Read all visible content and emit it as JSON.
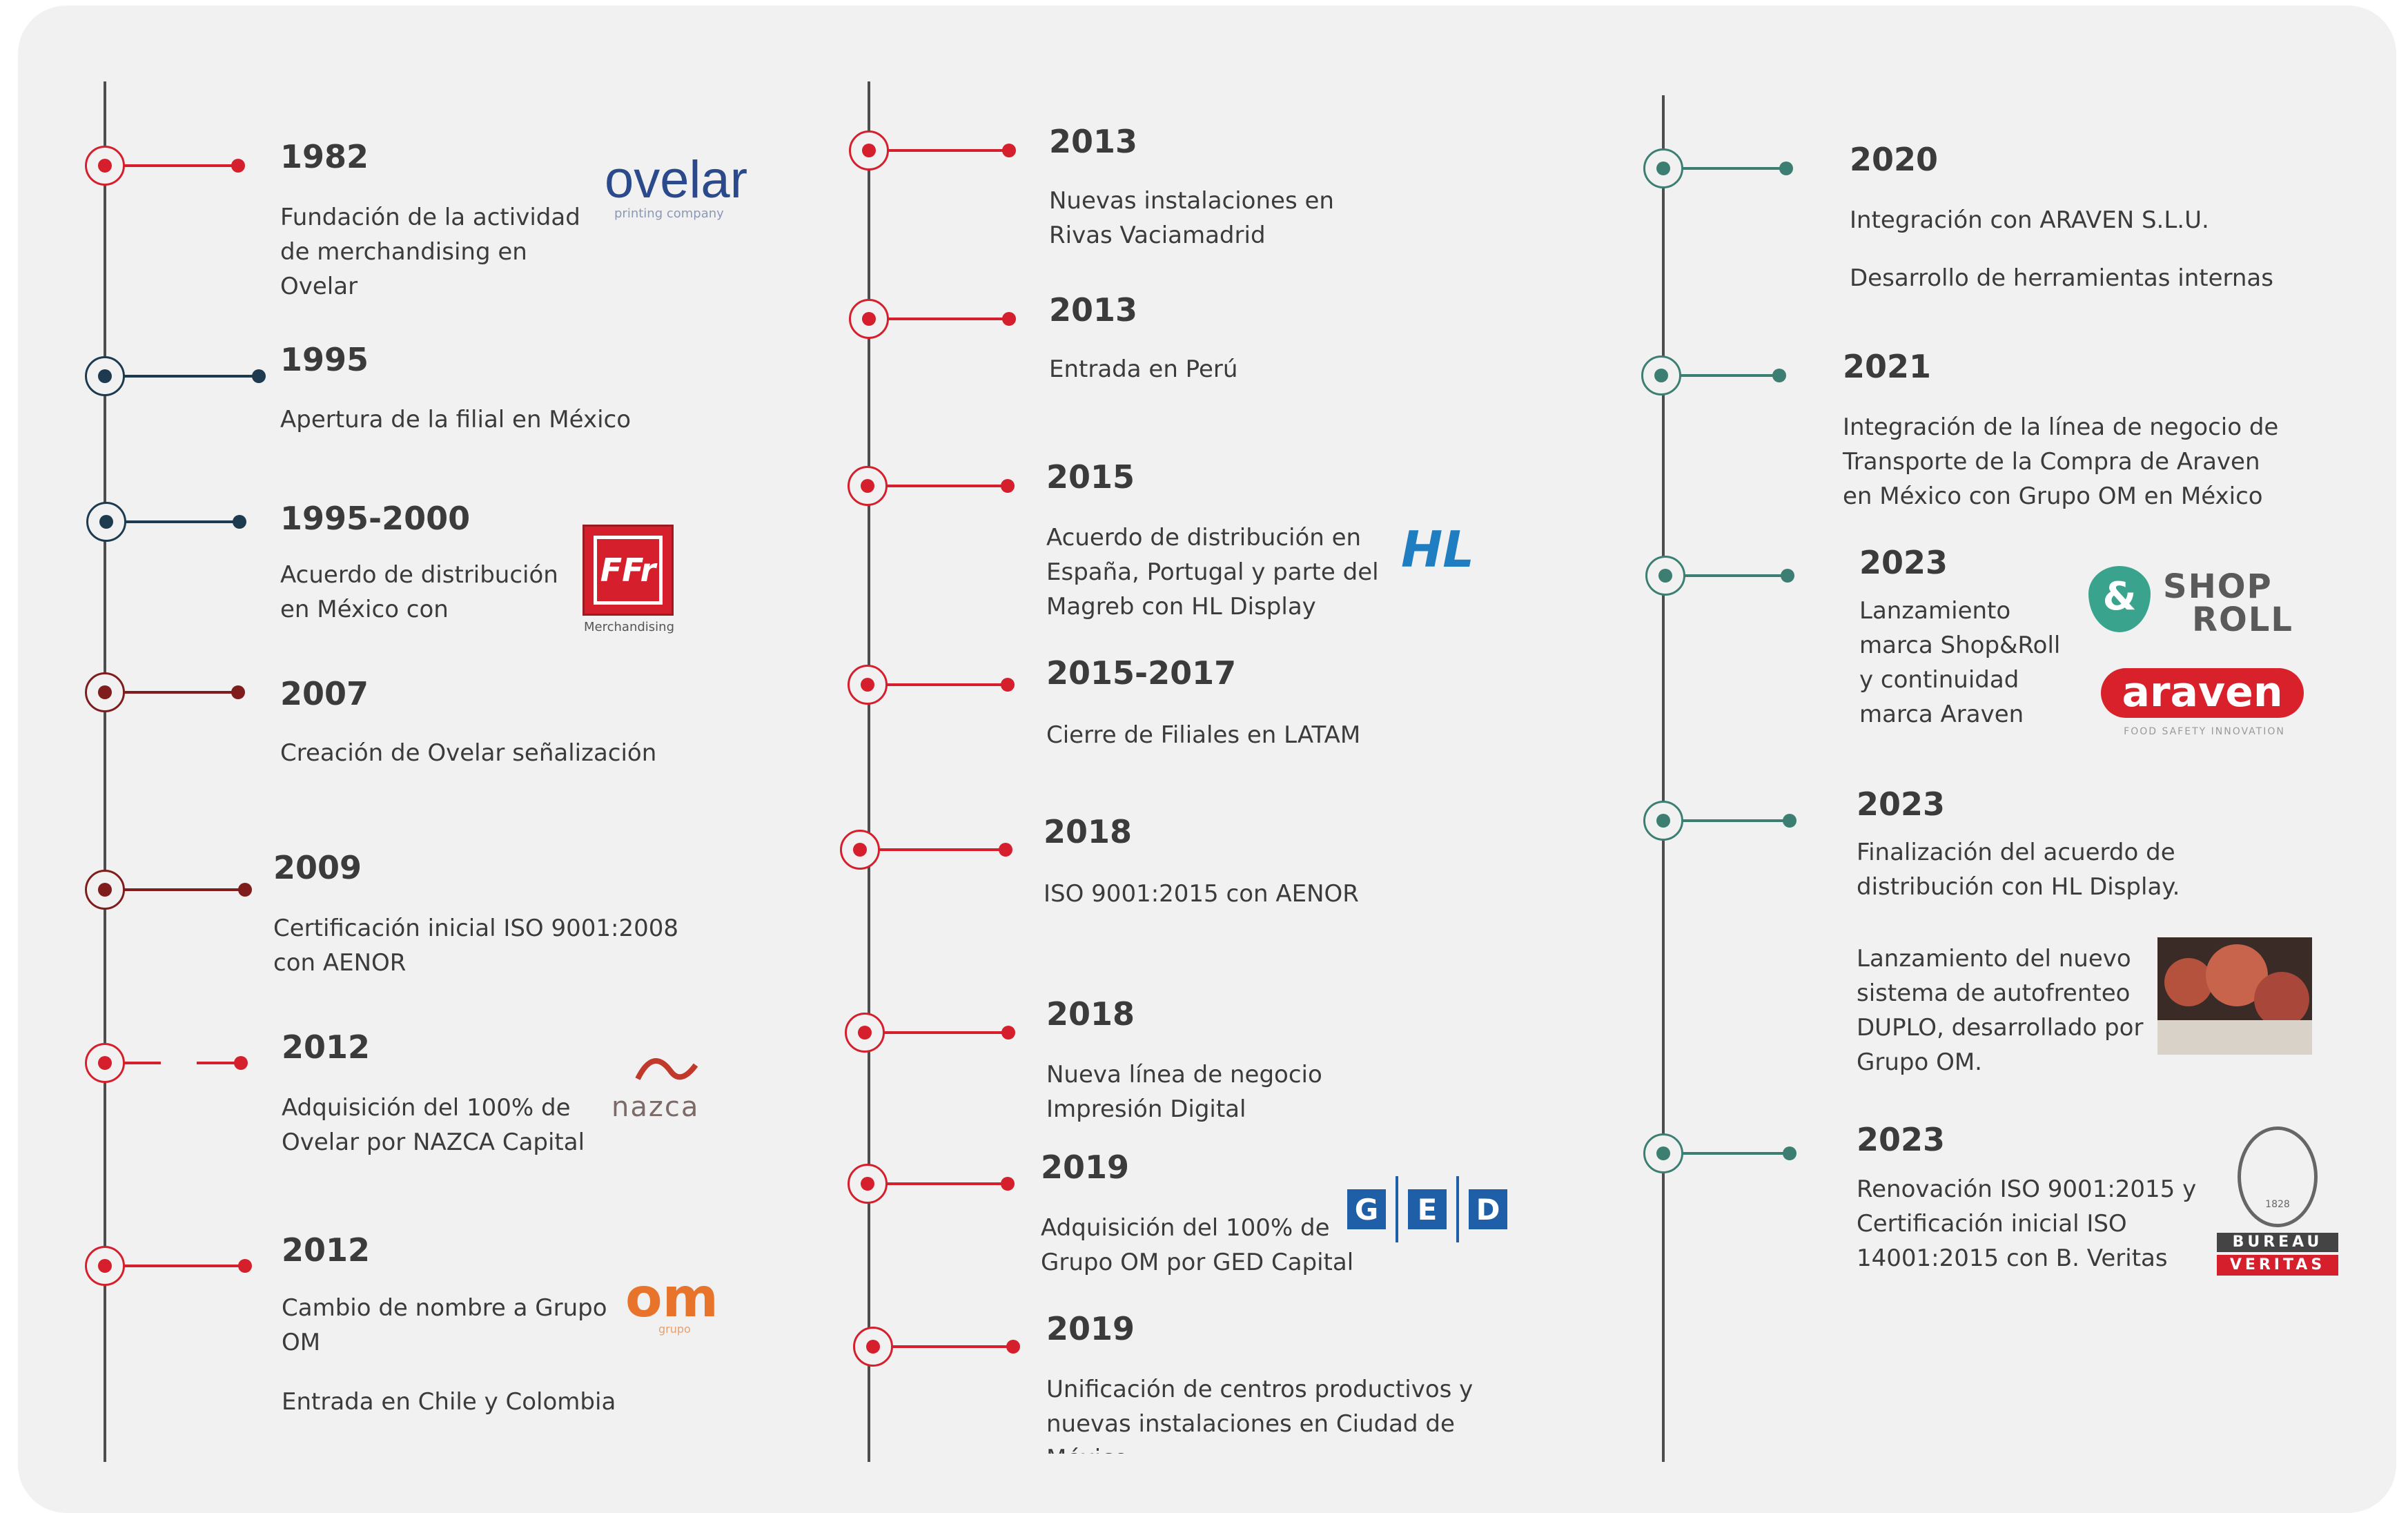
{
  "colors": {
    "red": "#d51f2c",
    "dark_navy": "#1d3a4f",
    "dark_red": "#7f1d1d",
    "teal": "#3c7f72",
    "spine": "#4d4d4d",
    "text": "#3b3b3b"
  },
  "columns": [
    {
      "milestones": [
        {
          "year": "1982",
          "text": "Fundación de la actividad\nde merchandising en\nOvelar",
          "color": "red",
          "logo": "ovelar-logo"
        },
        {
          "year": "1995",
          "text": "Apertura de la filial en México",
          "color": "dark_navy"
        },
        {
          "year": "1995-2000",
          "text": "Acuerdo de distribución\nen México con",
          "color": "dark_navy",
          "logo": "ffr-merchandising-logo"
        },
        {
          "year": "2007",
          "text": "Creación de Ovelar señalización",
          "color": "dark_red"
        },
        {
          "year": "2009",
          "text": "Certificación inicial ISO 9001:2008\ncon AENOR",
          "color": "dark_red"
        },
        {
          "year": "2012",
          "text": "Adquisición del 100% de\nOvelar por NAZCA Capital",
          "color": "red",
          "logo": "nazca-logo"
        },
        {
          "year": "2012",
          "text": "Cambio de nombre a Grupo\nOM",
          "text2": "Entrada en Chile y Colombia",
          "color": "red",
          "logo": "om-grupo-logo"
        }
      ]
    },
    {
      "milestones": [
        {
          "year": "2013",
          "text": "Nuevas instalaciones en\nRivas Vaciamadrid",
          "color": "red"
        },
        {
          "year": "2013",
          "text": "Entrada en Perú",
          "color": "red"
        },
        {
          "year": "2015",
          "text": "Acuerdo de distribución en\nEspaña, Portugal y parte del\nMagreb con HL Display",
          "color": "red",
          "logo": "hl-display-logo"
        },
        {
          "year": "2015-2017",
          "text": "Cierre de Filiales en LATAM",
          "color": "red"
        },
        {
          "year": "2018",
          "text": "ISO 9001:2015 con AENOR",
          "color": "red"
        },
        {
          "year": "2018",
          "text": "Nueva línea de negocio\nImpresión Digital",
          "color": "red"
        },
        {
          "year": "2019",
          "text": "Adquisición del 100% de\nGrupo OM por GED Capital",
          "color": "red",
          "logo": "ged-capital-logo"
        },
        {
          "year": "2019",
          "text": "Unificación de centros productivos y\nnuevas instalaciones en Ciudad de\nMéxico",
          "color": "red"
        }
      ]
    },
    {
      "milestones": [
        {
          "year": "2020",
          "text": "Integración con ARAVEN S.L.U.",
          "text2": "Desarrollo de herramientas internas",
          "color": "teal"
        },
        {
          "year": "2021",
          "text": "Integración de la línea de negocio de\nTransporte de la Compra de Araven\nen México con Grupo OM en México",
          "color": "teal"
        },
        {
          "year": "2023",
          "text": "Lanzamiento\nmarca Shop&Roll\n y continuidad\nmarca Araven",
          "color": "teal",
          "logo": "shop-roll-logo",
          "logo2": "araven-logo"
        },
        {
          "year": "2023",
          "text": "Finalización del acuerdo de\ndistribución con HL Display.",
          "text2": "Lanzamiento del nuevo\nsistema de autofrenteo\nDUPLO, desarrollado por\nGrupo OM.",
          "color": "teal",
          "logo": "duplo-product-photo"
        },
        {
          "year": "2023",
          "text": "Renovación ISO 9001:2015 y\nCertificación inicial ISO\n14001:2015 con B. Veritas",
          "color": "teal",
          "logo": "bureau-veritas-logo"
        }
      ]
    }
  ],
  "logos": {
    "ovelar": {
      "name": "ovelar",
      "tagline": "printing company"
    },
    "ffr": {
      "mark": "FFr",
      "caption": "Merchandising"
    },
    "nazca": {
      "name": "nazca"
    },
    "om": {
      "name": "om",
      "sub": "grupo"
    },
    "hl": {
      "mark": "HL"
    },
    "ged": {
      "letters": [
        "G",
        "E",
        "D"
      ]
    },
    "shoproll": {
      "line1": "SHOP",
      "line2": "ROLL",
      "amp": "&"
    },
    "araven": {
      "name": "araven",
      "tagline": "FOOD SAFETY INNOVATION"
    },
    "veritas": {
      "line1": "BUREAU",
      "line2": "VERITAS",
      "year": "1828"
    }
  }
}
